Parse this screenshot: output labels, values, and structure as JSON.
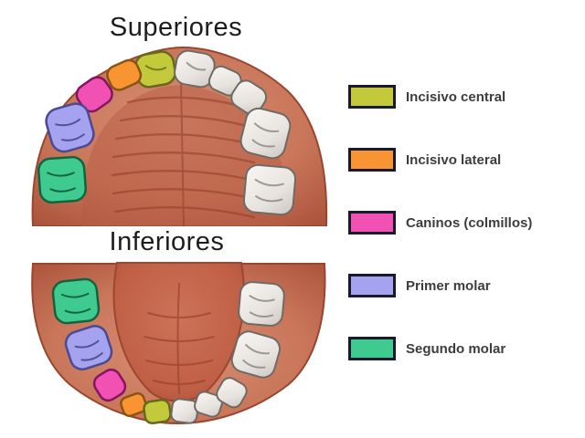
{
  "titles": {
    "upper": "Superiores",
    "lower": "Inferiores"
  },
  "legend": {
    "items": [
      {
        "label": "Incisivo central",
        "color": "#c2c93a"
      },
      {
        "label": "Incisivo lateral",
        "color": "#f89432"
      },
      {
        "label": "Caninos (colmillos)",
        "color": "#f251b4"
      },
      {
        "label": "Primer molar",
        "color": "#a5a3f0"
      },
      {
        "label": "Segundo molar",
        "color": "#3fcb90"
      }
    ]
  }
}
